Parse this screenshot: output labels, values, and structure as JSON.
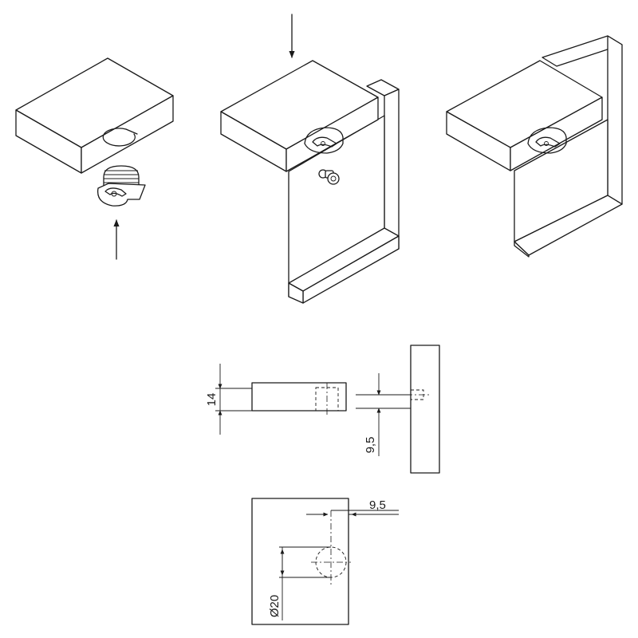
{
  "dimensions": {
    "thickness": "14",
    "side_offset": "9,5",
    "top_offset": "9,5",
    "bore_diameter": "Ø20"
  }
}
